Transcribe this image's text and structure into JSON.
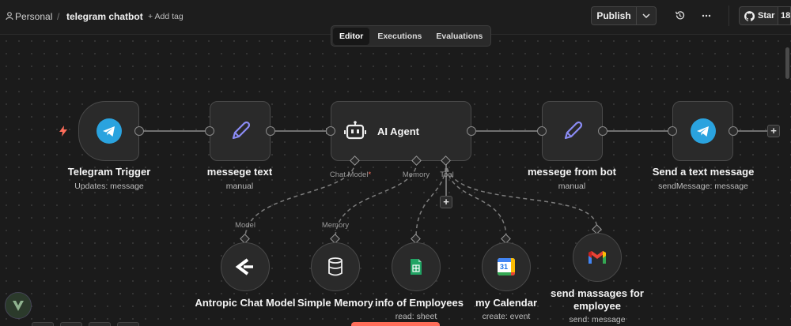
{
  "header": {
    "workspace": "Personal",
    "separator": "/",
    "workflow_name": "telegram chatbot",
    "add_tag": "+ Add tag",
    "publish_label": "Publish",
    "github_star": "Star",
    "star_count": "18"
  },
  "tabs": [
    {
      "label": "Editor",
      "active": true
    },
    {
      "label": "Executions",
      "active": false
    },
    {
      "label": "Evaluations",
      "active": false
    }
  ],
  "nodes": {
    "telegram_trigger": {
      "title": "Telegram Trigger",
      "subtitle": "Updates: message",
      "icon": "telegram-icon"
    },
    "messege_text": {
      "title": "messege text",
      "subtitle": "manual",
      "icon": "pencil-icon"
    },
    "ai_agent": {
      "title": "AI Agent",
      "icon": "robot-icon"
    },
    "messege_from_bot": {
      "title": "messege from bot",
      "subtitle": "manual",
      "icon": "pencil-icon"
    },
    "send_text_message": {
      "title": "Send a text message",
      "subtitle": "sendMessage: message",
      "icon": "telegram-icon"
    },
    "chat_model": {
      "title": "Antropic Chat Model",
      "icon": "anthropic-icon"
    },
    "simple_memory": {
      "title": "Simple Memory",
      "icon": "database-icon"
    },
    "info_employees": {
      "title": "info of Employees",
      "subtitle": "read: sheet",
      "icon": "google-sheets-icon"
    },
    "my_calendar": {
      "title": "my Calendar",
      "subtitle": "create: event",
      "icon": "google-calendar-icon",
      "date": "31"
    },
    "send_massages": {
      "title": "send massages for employee",
      "title_line1": "send massages for",
      "title_line2": "employee",
      "subtitle": "send: message",
      "icon": "gmail-icon"
    }
  },
  "agent_ports": {
    "chat_model": "Chat Model",
    "required_mark": "*",
    "memory": "Memory",
    "tool": "Tool"
  },
  "sub_labels": {
    "model": "Model",
    "memory": "Memory"
  },
  "colors": {
    "accent_red": "#ff6d5a",
    "telegram": "#2aa3df",
    "pencil": "#8b8cf5",
    "sheets": "#21a464"
  }
}
